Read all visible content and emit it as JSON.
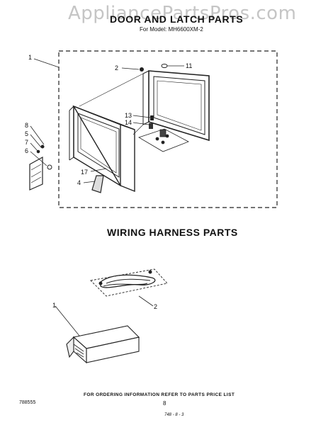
{
  "watermark": "AppliancePartsPros.com",
  "header": {
    "title": "DOOR AND LATCH PARTS",
    "model": "For Model: MH6600XM-2"
  },
  "door_section": {
    "callouts": {
      "c1": "1",
      "c2": "2",
      "c11": "11",
      "c13": "13",
      "c14": "14",
      "c8": "8",
      "c5": "5",
      "c7": "7",
      "c6": "6",
      "c17": "17",
      "c4": "4"
    }
  },
  "wiring_section": {
    "title": "WIRING HARNESS PARTS",
    "callouts": {
      "c1": "1",
      "c2": "2"
    }
  },
  "footer": {
    "note": "FOR ORDERING INFORMATION REFER TO PARTS PRICE LIST",
    "doc_number": "788555",
    "page_number": "8",
    "pub_code": "748 - 8 - 3"
  }
}
